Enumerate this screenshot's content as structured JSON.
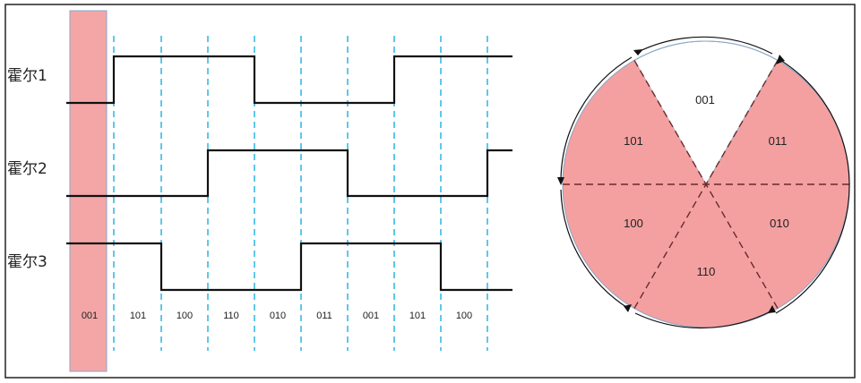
{
  "hall_labels": [
    "霍尔1",
    "霍尔2",
    "霍尔3"
  ],
  "states": [
    "001",
    "101",
    "100",
    "110",
    "010",
    "011",
    "001",
    "101",
    "100"
  ],
  "sectors": [
    "001",
    "011",
    "010",
    "110",
    "100",
    "101"
  ],
  "colors": {
    "highlight_fill": "#f4a6a6",
    "highlight_stroke": "#8aa6c8",
    "dashed_line": "#1ab0e0",
    "signal": "#111111",
    "sector_fill": "#f4a0a0",
    "sector_divider": "#6a2a2a",
    "frame": "#222222"
  },
  "signals": {
    "hall1": [
      0,
      1,
      1,
      1,
      0,
      0,
      0,
      1,
      1,
      1
    ],
    "hall2": [
      0,
      0,
      0,
      1,
      1,
      1,
      0,
      0,
      0,
      1
    ],
    "hall3": [
      1,
      1,
      0,
      0,
      0,
      1,
      1,
      1,
      0,
      0
    ]
  }
}
